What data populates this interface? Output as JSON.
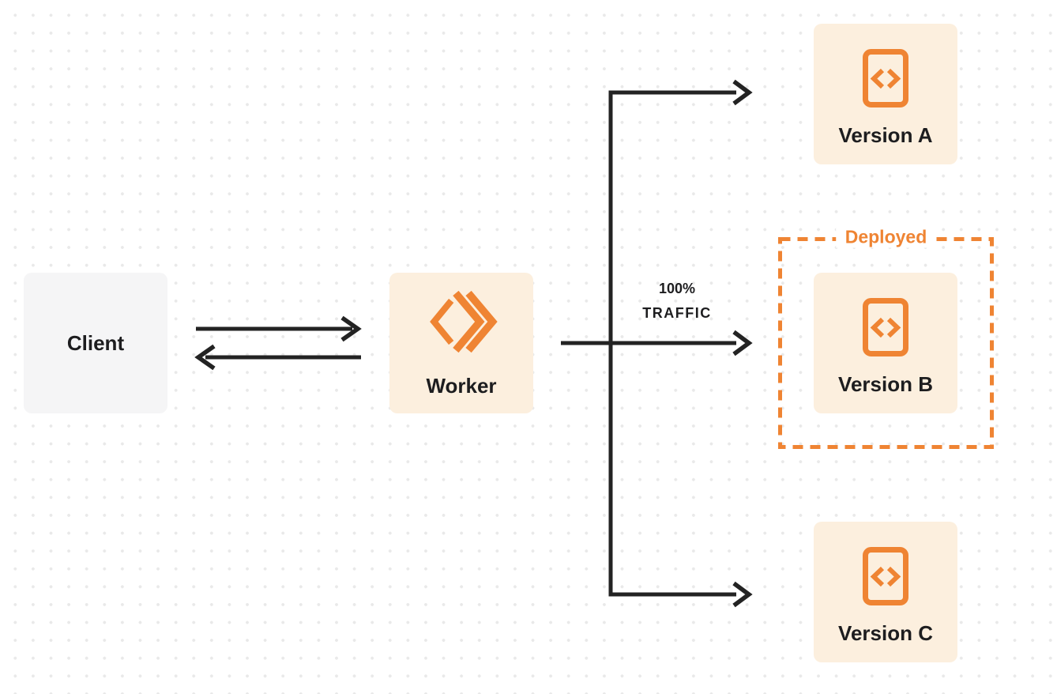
{
  "colors": {
    "accent": "#EF8433",
    "node_cream": "#FCEFDE",
    "node_gray": "#F5F5F6",
    "arrow": "#232323",
    "text": "#1D1D1F",
    "dot": "#E9E9E9"
  },
  "diagram": {
    "client": {
      "label": "Client"
    },
    "worker": {
      "label": "Worker",
      "icon": "cloudflare-workers-icon"
    },
    "traffic_annotation": {
      "line1": "100%",
      "line2": "TRAFFIC"
    },
    "deployed_group": {
      "label": "Deployed"
    },
    "versions": [
      {
        "label": "Version A",
        "icon": "code-file-icon"
      },
      {
        "label": "Version B",
        "icon": "code-file-icon",
        "inside_deployed_group": true
      },
      {
        "label": "Version C",
        "icon": "code-file-icon"
      }
    ]
  }
}
